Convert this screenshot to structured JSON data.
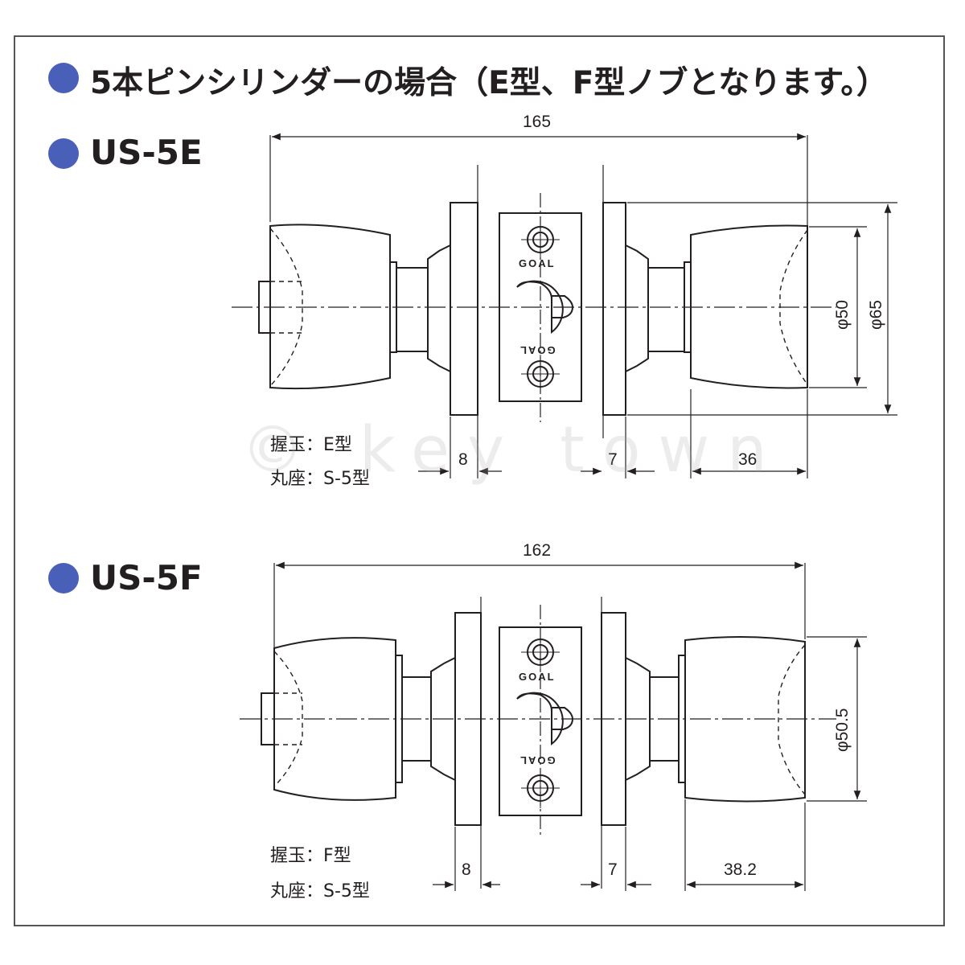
{
  "header": {
    "title": "5本ピンシリンダーの場合（E型、F型ノブとなります。）"
  },
  "models": [
    {
      "name": "US-5E",
      "overall_length": "165",
      "knob_diameter": "φ50",
      "rose_diameter": "φ65",
      "rose_thickness_left": "8",
      "rose_thickness_right": "7",
      "knob_length": "36",
      "knob_label": "握玉：E型",
      "rose_label": "丸座：S-5型"
    },
    {
      "name": "US-5F",
      "overall_length": "162",
      "knob_diameter": "φ50.5",
      "rose_thickness_left": "8",
      "rose_thickness_right": "7",
      "knob_length": "38.2",
      "knob_label": "握玉：F型",
      "rose_label": "丸座：S-5型"
    }
  ],
  "plate_text": {
    "top": "GOAL",
    "bottom": "GOAL"
  },
  "watermark": "© key town",
  "colors": {
    "bullet": "#4a5fb8",
    "line": "#231f20",
    "frame": "#555555"
  }
}
